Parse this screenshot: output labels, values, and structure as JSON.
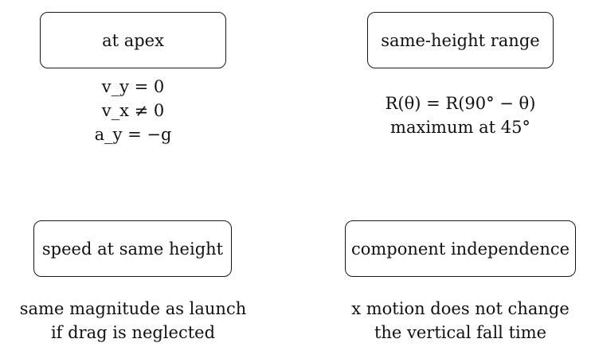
{
  "panels": [
    {
      "title": "at apex",
      "lines": [
        "v_y = 0",
        "v_x ≠ 0",
        "a_y = −g"
      ]
    },
    {
      "title": "same-height range",
      "lines": [
        "R(θ) = R(90° − θ)",
        "maximum at 45°"
      ]
    },
    {
      "title": "speed at same height",
      "lines": [
        "same magnitude as launch",
        "if drag is neglected"
      ]
    },
    {
      "title": "component independence",
      "lines": [
        "x motion does not change",
        "the vertical fall time"
      ]
    }
  ]
}
